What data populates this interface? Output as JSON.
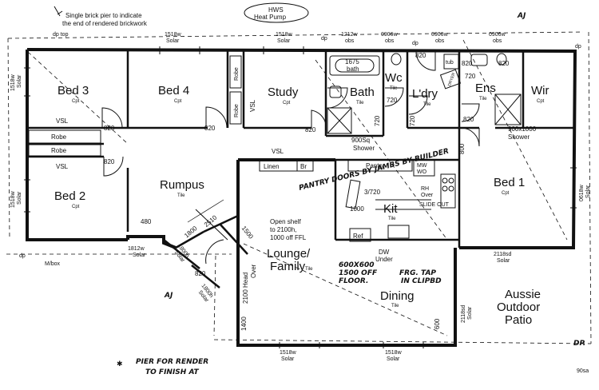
{
  "notes": {
    "pier_note_line1": "Single brick pier to indicate",
    "pier_note_line2": "the end of rendered brickwork",
    "hws_line1": "HWS",
    "hws_line2": "Heat Pump",
    "dp_top": "dp top",
    "render_line1": "PIER FOR RENDER",
    "render_line2": "TO FINISH AT",
    "dp_right": "DP.",
    "level": "90sa",
    "mbox": "M/box",
    "aj1": "AJ",
    "aj2": "AJ",
    "pantry_note": "PANTRY DOORS BY JAMBS BY BUILDER",
    "shelf_line1": "Open shelf",
    "shelf_line2": "to 2100h,",
    "shelf_line3": "1000 off FFL",
    "floor_line1": "600X600",
    "floor_line2": "1500 OFF",
    "floor_line3": "FLOOR.",
    "tap_line1": "FRG. TAP",
    "tap_line2": "IN CLIPBD",
    "slide_out": "SLIDE OUT"
  },
  "rooms": {
    "bed3": {
      "label": "Bed 3",
      "sub": "Cpt"
    },
    "bed4": {
      "label": "Bed 4",
      "sub": "Cpt"
    },
    "study": {
      "label": "Study",
      "sub": "Cpt"
    },
    "bath": {
      "label": "Bath",
      "sub": "Tile"
    },
    "wc": {
      "label": "Wc",
      "sub": "Tile"
    },
    "ldry": {
      "label": "L'dry",
      "sub": "Tile"
    },
    "ens": {
      "label": "Ens",
      "sub": "Tile"
    },
    "wir": {
      "label": "Wir",
      "sub": "Cpt"
    },
    "bed1": {
      "label": "Bed 1",
      "sub": "Cpt"
    },
    "bed2": {
      "label": "Bed 2",
      "sub": "Cpt"
    },
    "rumpus": {
      "label": "Rumpus",
      "sub": "Tile"
    },
    "lounge": {
      "label1": "Lounge/",
      "label2": "Family",
      "sub": "Tile"
    },
    "kit": {
      "label": "Kit",
      "sub": "Tile"
    },
    "dining": {
      "label": "Dining",
      "sub": "Tile"
    },
    "patio": {
      "label1": "Aussie",
      "label2": "Outdoor",
      "label3": "Patio"
    },
    "linen": "Linen",
    "br": "Br",
    "pantry": "Pantry",
    "robe1": "Robe",
    "robe2": "Robe",
    "robe3": "Robe",
    "robe4": "Robe",
    "mw": "MW",
    "wo": "WO",
    "ref": "Ref",
    "dw_line1": "DW",
    "dw_line2": "Under",
    "rh_line1": "RH",
    "rh_line2": "Over"
  },
  "fixtures": {
    "bath_size": "1675",
    "bath_word": "bath",
    "shower_size": "900Sq",
    "shower_word": "Shower",
    "ens_shower_size": "900x1000",
    "ens_shower_word": "Shower",
    "tub": "tub",
    "dryer": "DRYER"
  },
  "windows": {
    "w1_size": "1518w",
    "w1_type": "Solar",
    "w2_size": "1518w",
    "w2_type": "Solar",
    "w3_size": "1212w",
    "w3_type": "obs",
    "w4_size": "0906w",
    "w4_type": "obs",
    "w5_size": "0906w",
    "w5_type": "obs",
    "w6_size": "0906w",
    "w6_type": "obs",
    "w7_size": "1518w",
    "w7_type": "Solar",
    "w8_size": "1518w",
    "w8_type": "Solar",
    "w9_size": "1812w",
    "w9_type": "Solar",
    "w10_size": "1518w",
    "w10_type": "Solar",
    "w11_size": "1518w",
    "w11_type": "Solar",
    "w12_size": "0618w",
    "w12_type": "Solar",
    "w13_size": "2118sd",
    "w13_type": "Solar",
    "w14_size": "2118sd",
    "w14_type": "Solar",
    "w15_size": "1800h",
    "w15_type": "Solar",
    "w16_size": "1800h",
    "w16_type": "Solar"
  },
  "dimensions": {
    "d820a": "820",
    "d820b": "820",
    "d820c": "820",
    "d820d": "820",
    "d820e": "820",
    "d820f": "820",
    "d820g": "820",
    "d820h": "820",
    "d820i": "820",
    "d720a": "720",
    "d720b": "720",
    "d720c": "720",
    "d720d": "720",
    "d800": "800",
    "d480": "480",
    "d2510": "2510",
    "d1800": "1800",
    "d1500": "1500",
    "d1000": "1000",
    "d3720": "3/720",
    "d2100": "2100 Head",
    "d_over": "Over",
    "d1400": "1400",
    "d600": "600"
  },
  "labels": {
    "vsl1": "VSL",
    "vsl2": "VSL",
    "vsl3": "VSL",
    "vsl4": "VSL",
    "dp1": "dp",
    "dp2": "dp",
    "dp3": "dp",
    "dp4": "dp"
  }
}
